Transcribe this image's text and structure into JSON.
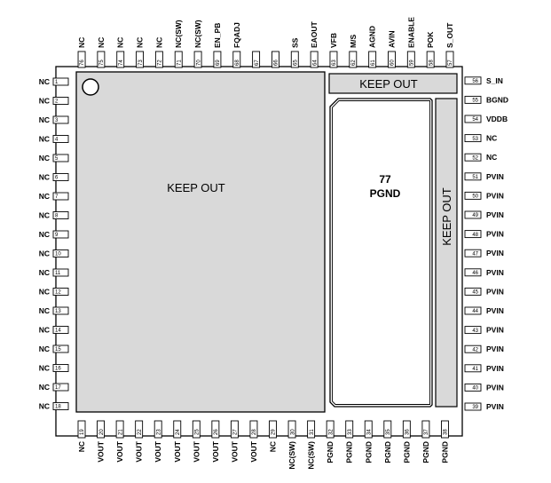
{
  "left_pins": [
    {
      "num": "1",
      "name": "NC"
    },
    {
      "num": "2",
      "name": "NC"
    },
    {
      "num": "3",
      "name": "NC"
    },
    {
      "num": "4",
      "name": "NC"
    },
    {
      "num": "5",
      "name": "NC"
    },
    {
      "num": "6",
      "name": "NC"
    },
    {
      "num": "7",
      "name": "NC"
    },
    {
      "num": "8",
      "name": "NC"
    },
    {
      "num": "9",
      "name": "NC"
    },
    {
      "num": "10",
      "name": "NC"
    },
    {
      "num": "11",
      "name": "NC"
    },
    {
      "num": "12",
      "name": "NC"
    },
    {
      "num": "13",
      "name": "NC"
    },
    {
      "num": "14",
      "name": "NC"
    },
    {
      "num": "15",
      "name": "NC"
    },
    {
      "num": "16",
      "name": "NC"
    },
    {
      "num": "17",
      "name": "NC"
    },
    {
      "num": "18",
      "name": "NC"
    }
  ],
  "bottom_pins": [
    {
      "num": "19",
      "name": "NC"
    },
    {
      "num": "20",
      "name": "VOUT"
    },
    {
      "num": "21",
      "name": "VOUT"
    },
    {
      "num": "22",
      "name": "VOUT"
    },
    {
      "num": "23",
      "name": "VOUT"
    },
    {
      "num": "24",
      "name": "VOUT"
    },
    {
      "num": "25",
      "name": "VOUT"
    },
    {
      "num": "26",
      "name": "VOUT"
    },
    {
      "num": "27",
      "name": "VOUT"
    },
    {
      "num": "28",
      "name": "VOUT"
    },
    {
      "num": "29",
      "name": "NC"
    },
    {
      "num": "30",
      "name": "NC(SW)"
    },
    {
      "num": "31",
      "name": "NC(SW)"
    },
    {
      "num": "32",
      "name": "PGND"
    },
    {
      "num": "33",
      "name": "PGND"
    },
    {
      "num": "34",
      "name": "PGND"
    },
    {
      "num": "35",
      "name": "PGND"
    },
    {
      "num": "36",
      "name": "PGND"
    },
    {
      "num": "37",
      "name": "PGND"
    },
    {
      "num": "38",
      "name": "PGND"
    }
  ],
  "right_pins": [
    {
      "num": "39",
      "name": "PVIN"
    },
    {
      "num": "40",
      "name": "PVIN"
    },
    {
      "num": "41",
      "name": "PVIN"
    },
    {
      "num": "42",
      "name": "PVIN"
    },
    {
      "num": "43",
      "name": "PVIN"
    },
    {
      "num": "44",
      "name": "PVIN"
    },
    {
      "num": "45",
      "name": "PVIN"
    },
    {
      "num": "46",
      "name": "PVIN"
    },
    {
      "num": "47",
      "name": "PVIN"
    },
    {
      "num": "48",
      "name": "PVIN"
    },
    {
      "num": "49",
      "name": "PVIN"
    },
    {
      "num": "50",
      "name": "PVIN"
    },
    {
      "num": "51",
      "name": "PVIN"
    },
    {
      "num": "52",
      "name": "NC"
    },
    {
      "num": "53",
      "name": "NC"
    },
    {
      "num": "54",
      "name": "VDDB"
    },
    {
      "num": "55",
      "name": "BGND"
    },
    {
      "num": "56",
      "name": "S_IN"
    }
  ],
  "top_pins": [
    {
      "num": "57",
      "name": "S_OUT"
    },
    {
      "num": "58",
      "name": "POK"
    },
    {
      "num": "59",
      "name": "ENABLE"
    },
    {
      "num": "60",
      "name": "AVIN"
    },
    {
      "num": "61",
      "name": "AGND"
    },
    {
      "num": "62",
      "name": "M/S"
    },
    {
      "num": "63",
      "name": "VFB"
    },
    {
      "num": "64",
      "name": "EAOUT"
    },
    {
      "num": "65",
      "name": "SS"
    },
    {
      "num": "66",
      "name": ""
    },
    {
      "num": "67",
      "name": ""
    },
    {
      "num": "68",
      "name": "FQADJ"
    },
    {
      "num": "69",
      "name": "EN_PB"
    },
    {
      "num": "70",
      "name": "NC(SW)"
    },
    {
      "num": "71",
      "name": "NC(SW)"
    },
    {
      "num": "72",
      "name": "NC"
    },
    {
      "num": "73",
      "name": "NC"
    },
    {
      "num": "74",
      "name": "NC"
    },
    {
      "num": "75",
      "name": "NC"
    },
    {
      "num": "76",
      "name": "NC"
    }
  ],
  "keepout_main_label": "KEEP OUT",
  "keepout_top_label": "KEEP OUT",
  "keepout_side_label": "KEEP OUT",
  "thermal_pad_number": "77",
  "thermal_pad_name": "PGND",
  "colors": {
    "keepout_fill": "#d9d9d9",
    "outline": "#000000",
    "background": "#ffffff"
  }
}
